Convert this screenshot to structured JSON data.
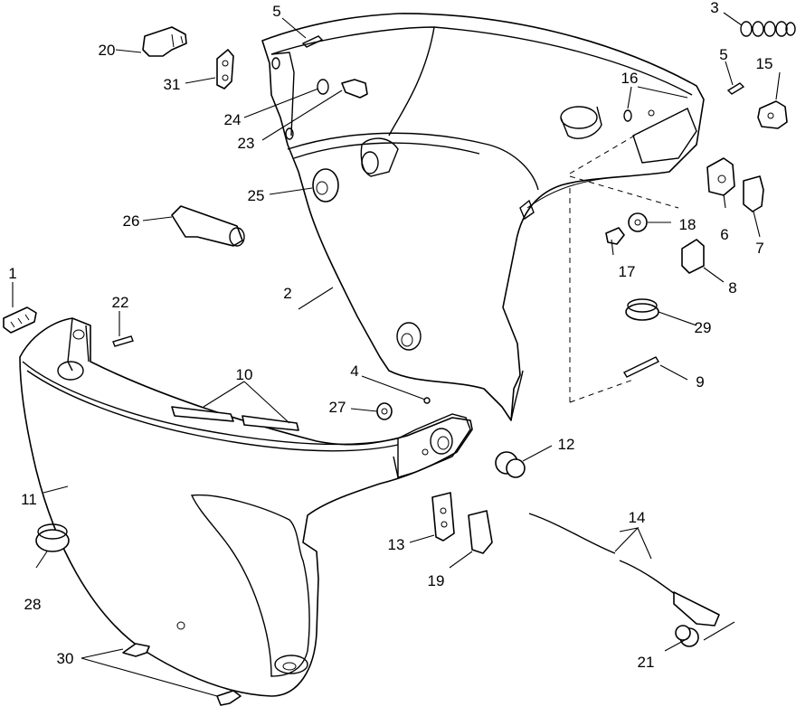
{
  "diagram": {
    "callouts": [
      {
        "id": "c1",
        "text": "1"
      },
      {
        "id": "c2",
        "text": "2"
      },
      {
        "id": "c3",
        "text": "3"
      },
      {
        "id": "c4",
        "text": "4"
      },
      {
        "id": "c5a",
        "text": "5"
      },
      {
        "id": "c5b",
        "text": "5"
      },
      {
        "id": "c6",
        "text": "6"
      },
      {
        "id": "c7",
        "text": "7"
      },
      {
        "id": "c8",
        "text": "8"
      },
      {
        "id": "c9",
        "text": "9"
      },
      {
        "id": "c10",
        "text": "10"
      },
      {
        "id": "c11",
        "text": "11"
      },
      {
        "id": "c12",
        "text": "12"
      },
      {
        "id": "c13",
        "text": "13"
      },
      {
        "id": "c14",
        "text": "14"
      },
      {
        "id": "c15",
        "text": "15"
      },
      {
        "id": "c16",
        "text": "16"
      },
      {
        "id": "c17",
        "text": "17"
      },
      {
        "id": "c18",
        "text": "18"
      },
      {
        "id": "c19",
        "text": "19"
      },
      {
        "id": "c20",
        "text": "20"
      },
      {
        "id": "c21",
        "text": "21"
      },
      {
        "id": "c22",
        "text": "22"
      },
      {
        "id": "c23",
        "text": "23"
      },
      {
        "id": "c24",
        "text": "24"
      },
      {
        "id": "c25",
        "text": "25"
      },
      {
        "id": "c26",
        "text": "26"
      },
      {
        "id": "c27",
        "text": "27"
      },
      {
        "id": "c28",
        "text": "28"
      },
      {
        "id": "c29",
        "text": "29"
      },
      {
        "id": "c30",
        "text": "30"
      },
      {
        "id": "c31",
        "text": "31"
      }
    ]
  }
}
